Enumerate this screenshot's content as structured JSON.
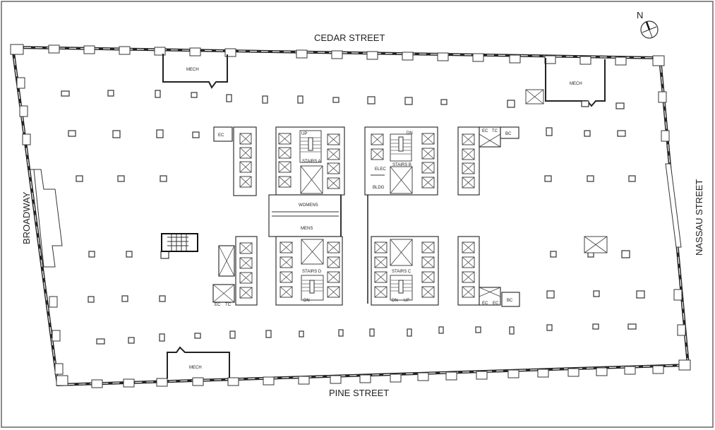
{
  "compass": {
    "label": "N"
  },
  "streets": {
    "north": "CEDAR STREET",
    "south": "PINE STREET",
    "west": "BROADWAY",
    "east": "NASSAU STREET"
  },
  "rooms": {
    "mech_nw": "MECH",
    "mech_ne": "MECH",
    "mech_sw": "MECH",
    "womens": "WOMENS",
    "mens": "MENS",
    "stairs_a": "STAIRS A",
    "stairs_b": "STAIRS B",
    "stairs_c": "STAIRS C",
    "stairs_d": "STAIRS D",
    "elec": "ELEC",
    "bldg": "BLDG",
    "ec_nw": "EC",
    "ec_ne_1": "EC",
    "ec_ne_2": "TC",
    "bc_ne": "BC",
    "ec_sw_1": "EC",
    "ec_sw_2": "TC",
    "ec_se_1": "EC",
    "ec_se_2": "EC",
    "bc_se": "BC"
  },
  "stair_marks": {
    "a_up": "UP",
    "b_dn": "DN",
    "c_up": "UP",
    "c_dn": "DN",
    "d_dn": "DN"
  }
}
